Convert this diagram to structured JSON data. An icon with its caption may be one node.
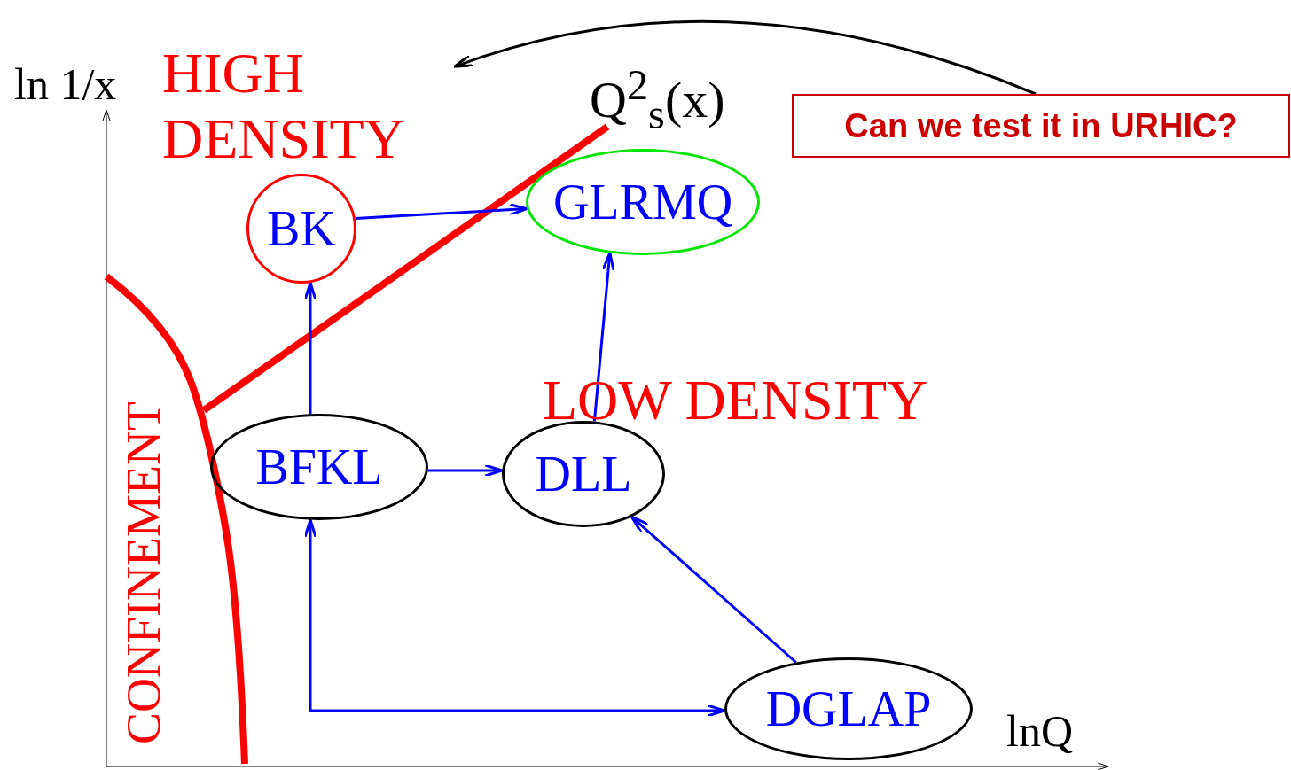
{
  "diagram": {
    "nodes": [
      {
        "text": [
          "BK"
        ]
      },
      {
        "text": [
          "GLRMQ"
        ]
      },
      {
        "text": [
          "BFKL"
        ]
      },
      {
        "text": [
          "DLL"
        ]
      },
      {
        "text": [
          "DGLAP"
        ]
      },
      {
        "text": [
          "Can we test it in URHIC?"
        ]
      },
      {
        "text": [
          "HIGH DENSITY"
        ]
      }
    ],
    "edges": [
      {
        "from": 0,
        "to": 1,
        "arrow": "to"
      },
      {
        "from": 2,
        "to": 0,
        "arrow": "to"
      },
      {
        "from": 3,
        "to": 1,
        "arrow": "to"
      },
      {
        "from": 2,
        "to": 3,
        "arrow": "to"
      },
      {
        "from": 4,
        "to": 3,
        "arrow": "to"
      },
      {
        "from": 2,
        "to": 4,
        "arrow": "both"
      },
      {
        "from": 5,
        "to": 6,
        "arrow": "to",
        "color": "#000000"
      }
    ],
    "labels": [
      "ln 1/x",
      "Q$^{2}$$_{s}$(x)",
      "LOW DENSITY",
      "CONFINEMENT",
      "lnQ"
    ]
  }
}
